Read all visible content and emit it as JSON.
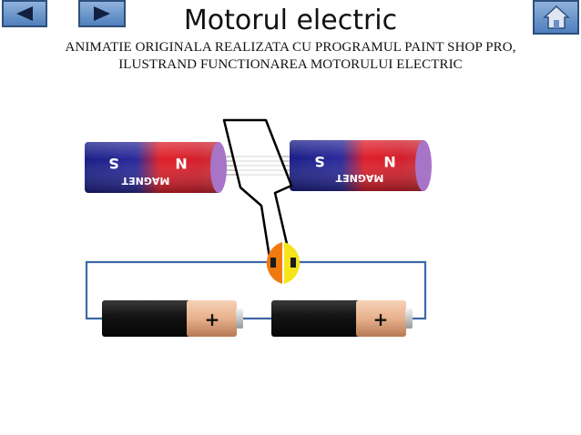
{
  "slide": {
    "title": "Motorul electric",
    "subtitle_line1": "ANIMATIE  ORIGINALA  REALIZATA CU PROGRAMUL PAINT SHOP PRO,",
    "subtitle_line2": "ILUSTRAND FUNCTIONAREA MOTORULUI ELECTRIC"
  },
  "navigation": {
    "prev_icon": "left-arrow-icon",
    "next_icon": "right-arrow-icon",
    "home_icon": "home-icon"
  },
  "diagram": {
    "magnets": [
      {
        "label": "MAGNET",
        "south": "S",
        "north": "N"
      },
      {
        "label": "MAGNET",
        "south": "S",
        "north": "N"
      }
    ],
    "batteries": [
      {
        "polarity": "+"
      },
      {
        "polarity": "+"
      }
    ],
    "colors": {
      "magnet_blue": "#1a1e86",
      "magnet_red": "#e0202a",
      "magnet_end": "#a874c8",
      "battery_body": "#151515",
      "battery_cap": "#e8b08c",
      "wire": "#3e67a8",
      "commutator_orange": "#f07a10",
      "commutator_yellow": "#f5e41a",
      "nav_blue": "#4f7fbd"
    }
  }
}
